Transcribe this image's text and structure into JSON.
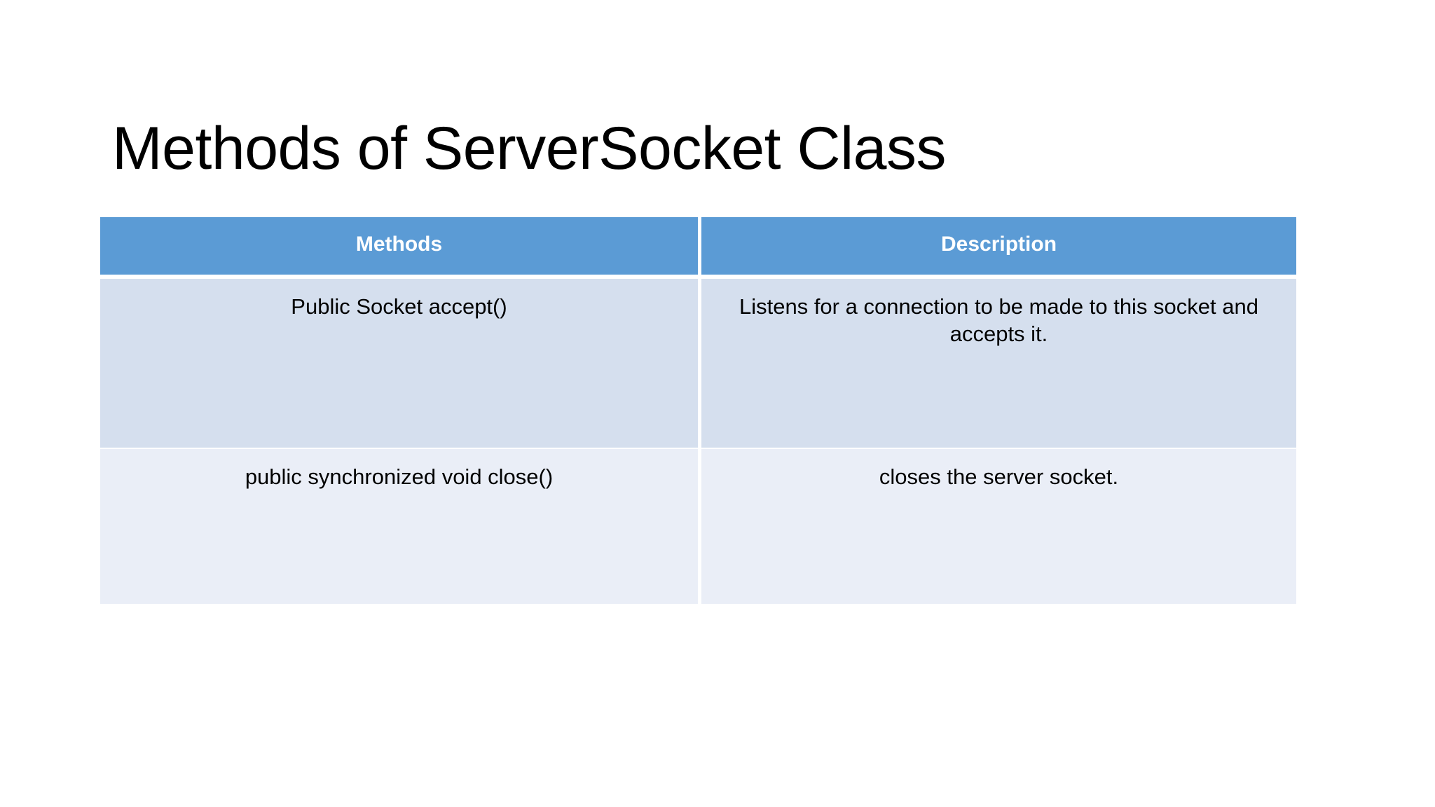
{
  "slide": {
    "title": "Methods of ServerSocket Class",
    "background_color": "#ffffff"
  },
  "table": {
    "header_background": "#5b9bd5",
    "header_text_color": "#ffffff",
    "row1_background": "#d5dfee",
    "row2_background": "#eaeef7",
    "columns": [
      {
        "key": "methods",
        "header": "Methods"
      },
      {
        "key": "description",
        "header": "Description"
      }
    ],
    "rows": [
      {
        "methods": "Public Socket accept()",
        "description": "Listens for a connection to be made to this socket and accepts it."
      },
      {
        "methods": "public synchronized void close()",
        "description": "closes the server socket."
      }
    ]
  }
}
